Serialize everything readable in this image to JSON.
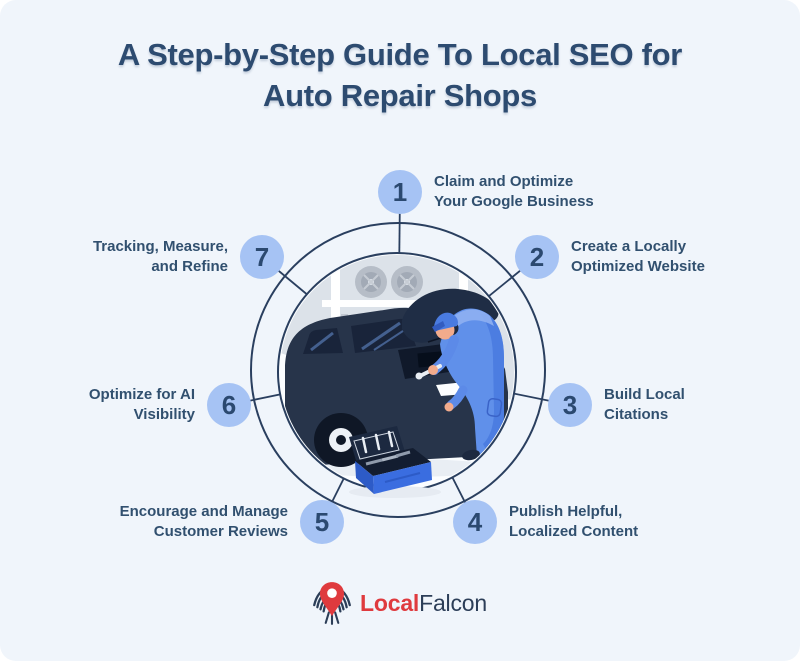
{
  "title": {
    "lines": [
      "A Step-by-Step Guide To Local SEO for",
      "Auto Repair Shops"
    ]
  },
  "steps": [
    {
      "number": "1",
      "label": "Claim and Optimize\nYour Google Business"
    },
    {
      "number": "2",
      "label": "Create a Locally\nOptimized Website"
    },
    {
      "number": "3",
      "label": "Build Local\nCitations"
    },
    {
      "number": "4",
      "label": "Publish Helpful,\nLocalized Content"
    },
    {
      "number": "5",
      "label": "Encourage and Manage\nCustomer Reviews"
    },
    {
      "number": "6",
      "label": "Optimize for AI\nVisibility"
    },
    {
      "number": "7",
      "label": "Tracking, Measure,\nand Refine"
    }
  ],
  "logo": {
    "brand_bold": "Local",
    "brand_light": "Falcon",
    "icon": "localfalcon-pin-falcon-icon"
  },
  "illustration": {
    "name": "mechanic-working-on-car-in-garage",
    "elements": [
      "garage shelf with two tires and oil jugs",
      "dark navy car with open hood",
      "mechanic in blue coveralls and cap holding a wrench",
      "open blue toolbox with tools"
    ]
  },
  "colors": {
    "card_background": "#f0f5fb",
    "outer_background": "#ffffff",
    "title_text": "#2d4b70",
    "step_text": "#31506f",
    "step_circle_fill": "#a6c3f4",
    "step_number": "#2b4970",
    "ring_line": "#2a3f5f",
    "inner_circle_fill": "#fbfdff",
    "car_navy": "#27344a",
    "mechanic_blue": "#6090ea",
    "toolbox_blue": "#3a6de0",
    "logo_red": "#df3a3e",
    "logo_navy": "#2c3e58"
  }
}
